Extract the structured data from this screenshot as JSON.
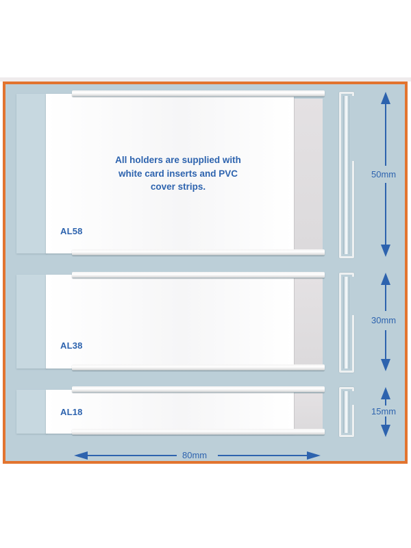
{
  "note": {
    "line1": "All holders are supplied with",
    "line2": "white card inserts and PVC",
    "line3": "cover strips."
  },
  "holders": [
    {
      "model": "AL58",
      "height_label": "50mm"
    },
    {
      "model": "AL38",
      "height_label": "30mm"
    },
    {
      "model": "AL18",
      "height_label": "15mm"
    }
  ],
  "width_label": "80mm",
  "colors": {
    "frame_border": "#e2742f",
    "background": "#bccfd8",
    "text_blue": "#2d63ae"
  }
}
